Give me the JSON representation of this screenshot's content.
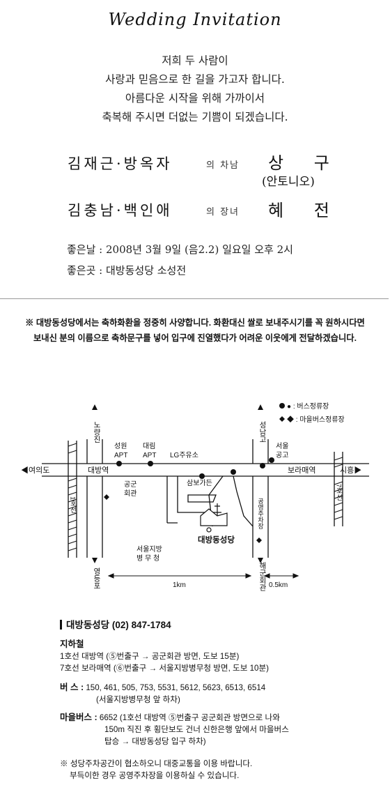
{
  "title": "Wedding Invitation",
  "intro": [
    "저희 두 사람이",
    "사랑과 믿음으로 한 길을 가고자 합니다.",
    "아름다운 시작을 위해 가까이서",
    "축복해 주시면 더없는 기쁨이 되겠습니다."
  ],
  "groom": {
    "parents": "김재근·방옥자",
    "relation": "의 차남",
    "name": "상 구",
    "baptismal": "(안토니오)"
  },
  "bride": {
    "parents": "김충남·백인애",
    "relation": "의 장녀",
    "name": "혜 전"
  },
  "details": {
    "date": "좋은날 : 2008년 3월 9일 (음2.2) 일요일 오후 2시",
    "place": "좋은곳 : 대방동성당 소성전"
  },
  "notice": [
    "※ 대방동성당에서는 축하화환을 정중히 사양합니다. 화환대신 쌀로 보내주시기를 꼭 원하시다면",
    "보내신 분의 이름으로 축하문구를 넣어 입구에 진열했다가 어려운 이웃에게 전달하겠습니다."
  ],
  "map": {
    "legend_bus": "● : 버스정류장",
    "legend_minibus": "◆ : 마을버스정류장",
    "north_left": "노량진",
    "north_right": "성남고",
    "south_left": "영등포",
    "south_right": "해군회관",
    "west": "◀여의도",
    "east": "시흥▶",
    "line1": "1호선",
    "line7": "7호선",
    "daebang_station": "대방역",
    "borame_station": "보라매역",
    "seongwon_apt": [
      "성원",
      "APT"
    ],
    "daerim_apt": [
      "대림",
      "APT"
    ],
    "lg_gas": "LG주유소",
    "seoul_tech": [
      "서울",
      "공고"
    ],
    "gonggun_hall": [
      "공군",
      "회관"
    ],
    "sambo_garden": "삼보가든",
    "public_parking": "공영주차장",
    "church": "대방동성당",
    "military_office": [
      "서울지방",
      "병 무 청"
    ],
    "dist_1km": "1km",
    "dist_05km": "0.5km"
  },
  "contact": {
    "name_phone": "대방동성당  (02) 847-1784"
  },
  "directions": {
    "subway_title": "지하철",
    "subway": [
      "1호선 대방역 (⑤번출구 → 공군회관 방면, 도보 15분)",
      "7호선 보라매역 (⑥번출구 → 서울지방병무청 방면, 도보 10분)"
    ],
    "bus_label": "버    스 :",
    "bus": [
      "150, 461, 505, 753, 5531, 5612, 5623, 6513, 6514",
      "(서울지방병무청 앞 하차)"
    ],
    "minibus_label": "마을버스 :",
    "minibus": [
      "6652 (1호선 대방역 ⑤번출구 공군회관 방면으로 나와",
      "150m 직진 후 횡단보도 건너 신한은행 앞에서 마을버스",
      "탑승 → 대방동성당 입구 하차)"
    ],
    "parking": [
      "※ 성당주차공간이 협소하오니 대중교통을 이용 바랍니다.",
      "부득이한 경우 공영주차장을 이용하실 수 있습니다."
    ]
  }
}
